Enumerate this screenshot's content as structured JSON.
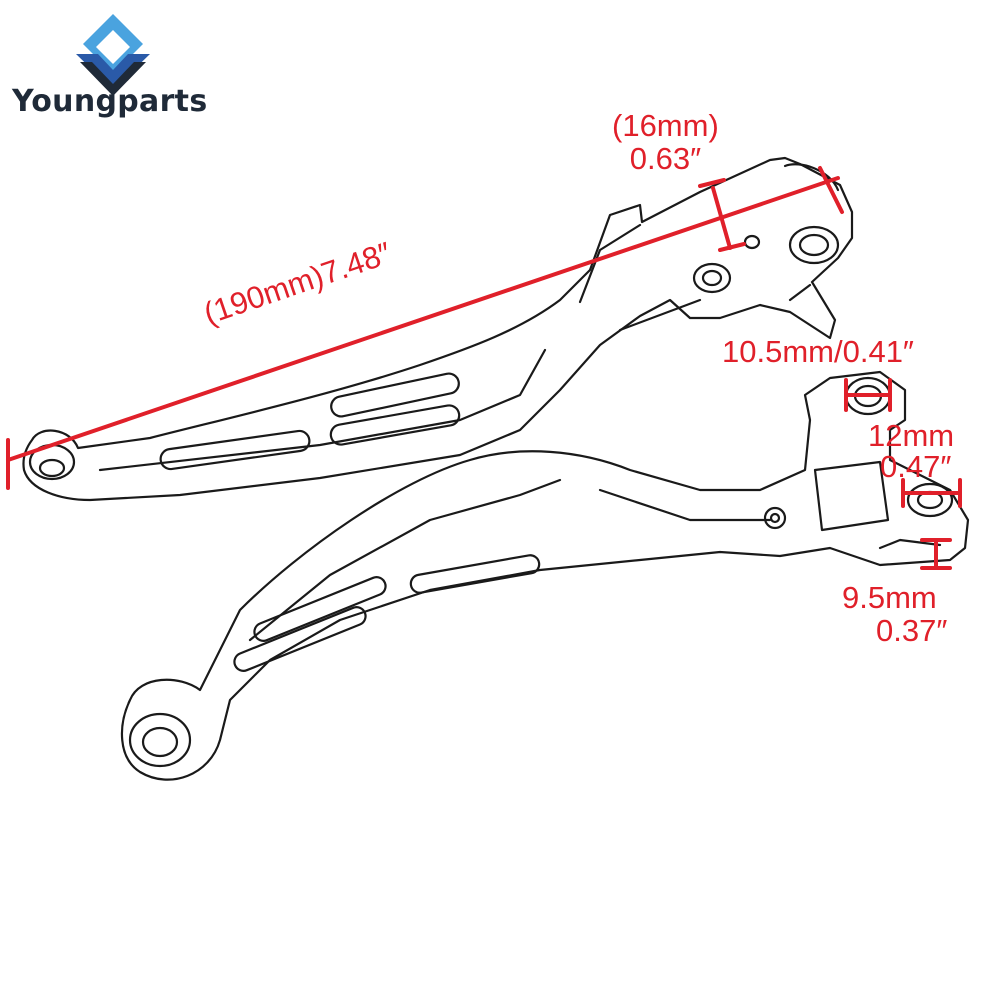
{
  "brand": {
    "name": "Youngparts",
    "logo_colors": [
      "#4aa3df",
      "#2a5aa8",
      "#1f2a38"
    ]
  },
  "colors": {
    "dimension": "#e0202a",
    "outline": "#1a1a1a",
    "background": "#ffffff"
  },
  "dimensions": {
    "lever_length": "(190mm)7.48″",
    "tip_width_mm": "(16mm)",
    "tip_width_in": "0.63″",
    "pivot_hole": "10.5mm/0.41″",
    "bracket_width_mm": "12mm",
    "bracket_width_in": "0.47″",
    "slot_width_mm": "9.5mm",
    "slot_width_in": "0.37″"
  }
}
